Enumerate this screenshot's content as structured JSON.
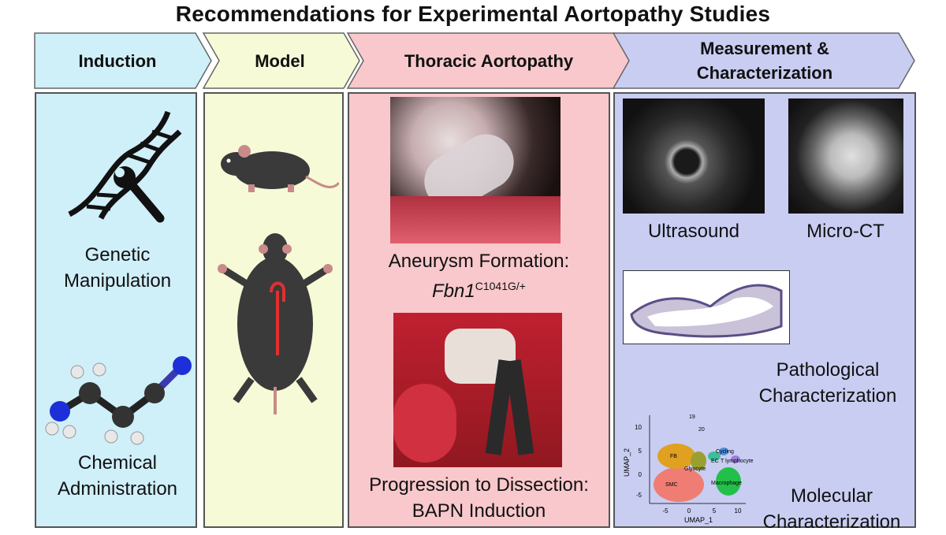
{
  "title": "Recommendations for Experimental Aortopathy Studies",
  "stages": [
    {
      "label": "Induction"
    },
    {
      "label": "Model"
    },
    {
      "label": "Thoracic Aortopathy"
    },
    {
      "label": "Measurement &\nCharacterization"
    }
  ],
  "induction": {
    "genetic": "Genetic Manipulation",
    "chemical": "Chemical Administration"
  },
  "aortopathy": {
    "aneurysm_title": "Aneurysm Formation:",
    "gene": "Fbn1",
    "allele": "C1041G/+",
    "dissection": "Progression to Dissection: BAPN Induction"
  },
  "measurement": {
    "ultrasound": "Ultrasound",
    "microct": "Micro-CT",
    "pathological": "Pathological Characterization",
    "molecular": "Molecular Characterization"
  },
  "umap": {
    "xlabel": "UMAP_1",
    "ylabel": "UMAP_2",
    "xticks": [
      "-5",
      "0",
      "5",
      "10"
    ],
    "yticks": [
      "10",
      "5",
      "0",
      "-5"
    ],
    "clusters": [
      "FB",
      "SMC",
      "Glyocyte",
      "EC",
      "Cycling",
      "T lymphocyte",
      "Macrophage",
      "19",
      "20"
    ]
  },
  "colors": {
    "induction": "#cfeff9",
    "model": "#f6fad6",
    "aortopathy": "#f8c8cc",
    "measurement": "#c9cdf2",
    "smc": "#ef7d74",
    "fb": "#e0a020",
    "macrophage": "#22c04a"
  }
}
